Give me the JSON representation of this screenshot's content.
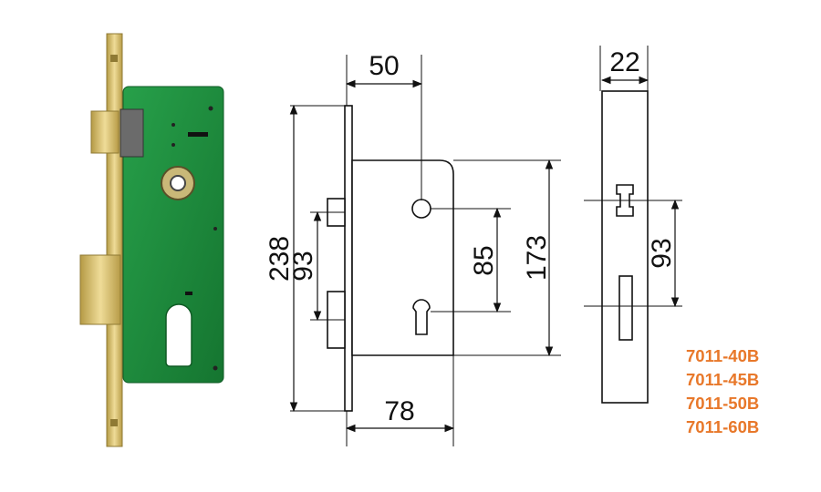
{
  "colors": {
    "accent": "#e8782a",
    "lock_body": "#1f8a3c",
    "brass": "#d8c06a"
  },
  "dimensions": {
    "width_50": "50",
    "height_238": "238",
    "height_93": "93",
    "height_85": "85",
    "height_173": "173",
    "depth_78": "78",
    "thickness_22": "22",
    "side_93": "93"
  },
  "models": [
    "7011-40B",
    "7011-45B",
    "7011-50B",
    "7011-60B"
  ]
}
